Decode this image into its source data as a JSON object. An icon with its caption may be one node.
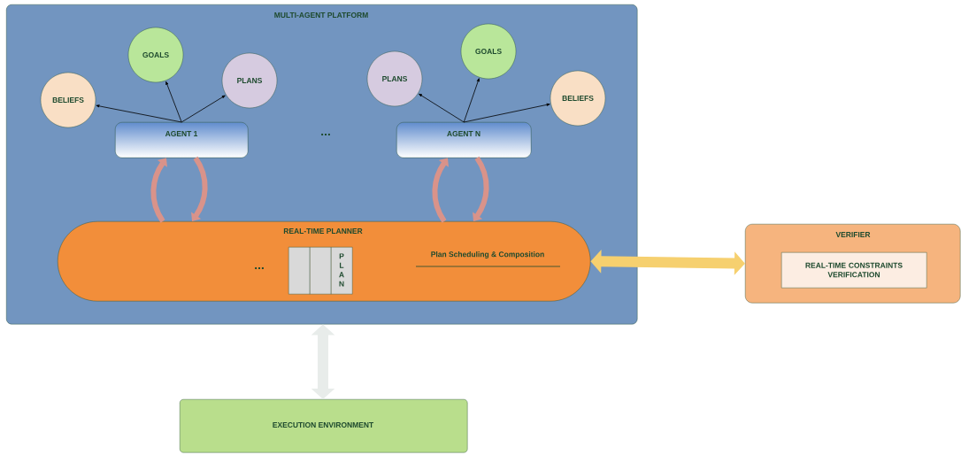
{
  "diagram": {
    "nodes": [
      {
        "text": [
          "MULTI-AGENT PLATFORM"
        ]
      },
      {
        "text": [
          "BELIEFS"
        ],
        "in": 0
      },
      {
        "text": [
          "GOALS"
        ],
        "in": 0
      },
      {
        "text": [
          "PLANS"
        ],
        "in": 0
      },
      {
        "text": [
          "PLANS"
        ],
        "in": 0
      },
      {
        "text": [
          "GOALS"
        ],
        "in": 0
      },
      {
        "text": [
          "BELIEFS"
        ],
        "in": 0
      },
      {
        "text": [
          "AGENT 1"
        ],
        "in": 0
      },
      {
        "text": [
          "AGENT N"
        ],
        "in": 0
      },
      {
        "text": [
          "REAL-TIME PLANNER",
          "Plan Scheduling & Composition"
        ],
        "in": 0
      },
      {
        "text": [],
        "shape": "box",
        "in": 9
      },
      {
        "text": [],
        "shape": "box",
        "in": 9
      },
      {
        "text": [
          "PLAN"
        ],
        "in": 9
      },
      {
        "text": [
          "VERIFIER"
        ]
      },
      {
        "text": [
          "REAL-TIME CONSTRAINTS VERIFICATION"
        ],
        "in": 13
      },
      {
        "text": [
          "EXECUTION ENVIRONMENT"
        ]
      }
    ],
    "edges": [
      {
        "from": 7,
        "to": 1,
        "arrow": "to"
      },
      {
        "from": 7,
        "to": 2,
        "arrow": "to"
      },
      {
        "from": 7,
        "to": 3,
        "arrow": "to"
      },
      {
        "from": 8,
        "to": 4,
        "arrow": "to"
      },
      {
        "from": 8,
        "to": 5,
        "arrow": "to"
      },
      {
        "from": 8,
        "to": 6,
        "arrow": "to"
      },
      {
        "from": 9,
        "to": 7,
        "arrow": "to",
        "style": "thick",
        "color": "#d9938a"
      },
      {
        "from": 7,
        "to": 9,
        "arrow": "to",
        "style": "thick",
        "color": "#d9938a"
      },
      {
        "from": 9,
        "to": 8,
        "arrow": "to",
        "style": "thick",
        "color": "#d9938a"
      },
      {
        "from": 8,
        "to": 9,
        "arrow": "to",
        "style": "thick",
        "color": "#d9938a"
      },
      {
        "from": 9,
        "to": 13,
        "arrow": "both",
        "style": "thick",
        "color": "#f6d06f"
      },
      {
        "from": 0,
        "to": 15,
        "arrow": "both",
        "style": "thick",
        "color": "#e8ecea"
      }
    ],
    "labels": [
      "...",
      "..."
    ]
  }
}
